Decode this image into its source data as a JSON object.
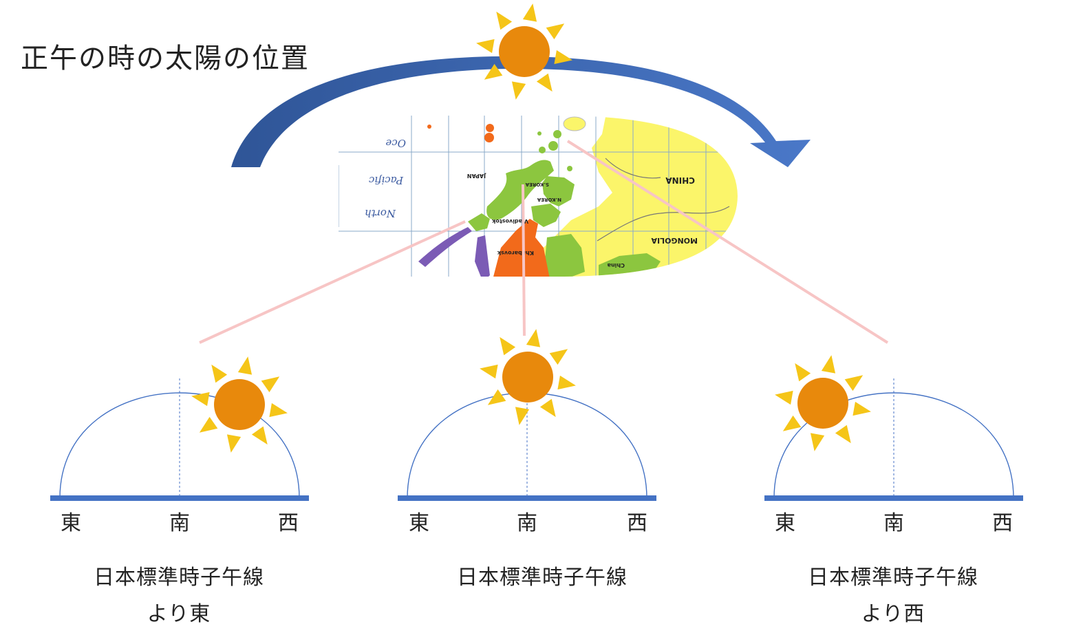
{
  "title": "正午の時の太陽の位置",
  "map": {
    "labels": {
      "china": "CHINA",
      "mongolia": "MONGOLIA",
      "japan": "JAPAN",
      "s_korea": "S.KOREA",
      "n_korea": "N.KOREA",
      "vladivostok": "Vladivostok",
      "khabarovsk": "Khabarovsk",
      "china2": "China",
      "north": "North",
      "pacific": "Pacific",
      "ocean": "Oce"
    }
  },
  "panels": [
    {
      "east": "東",
      "south": "南",
      "west": "西",
      "caption1": "日本標準時子午線",
      "caption2": "より東"
    },
    {
      "east": "東",
      "south": "南",
      "west": "西",
      "caption1": "日本標準時子午線",
      "caption2": ""
    },
    {
      "east": "東",
      "south": "南",
      "west": "西",
      "caption1": "日本標準時子午線",
      "caption2": "より西"
    }
  ],
  "colors": {
    "sun_body": "#e8890c",
    "sun_ray": "#f5c518",
    "arrow": "#3f67b3",
    "ground": "#4472c4",
    "link_line": "#f7c5c5",
    "map_yellow": "#fbf56a",
    "land_green": "#8cc63f",
    "land_orange": "#f26a1b"
  }
}
